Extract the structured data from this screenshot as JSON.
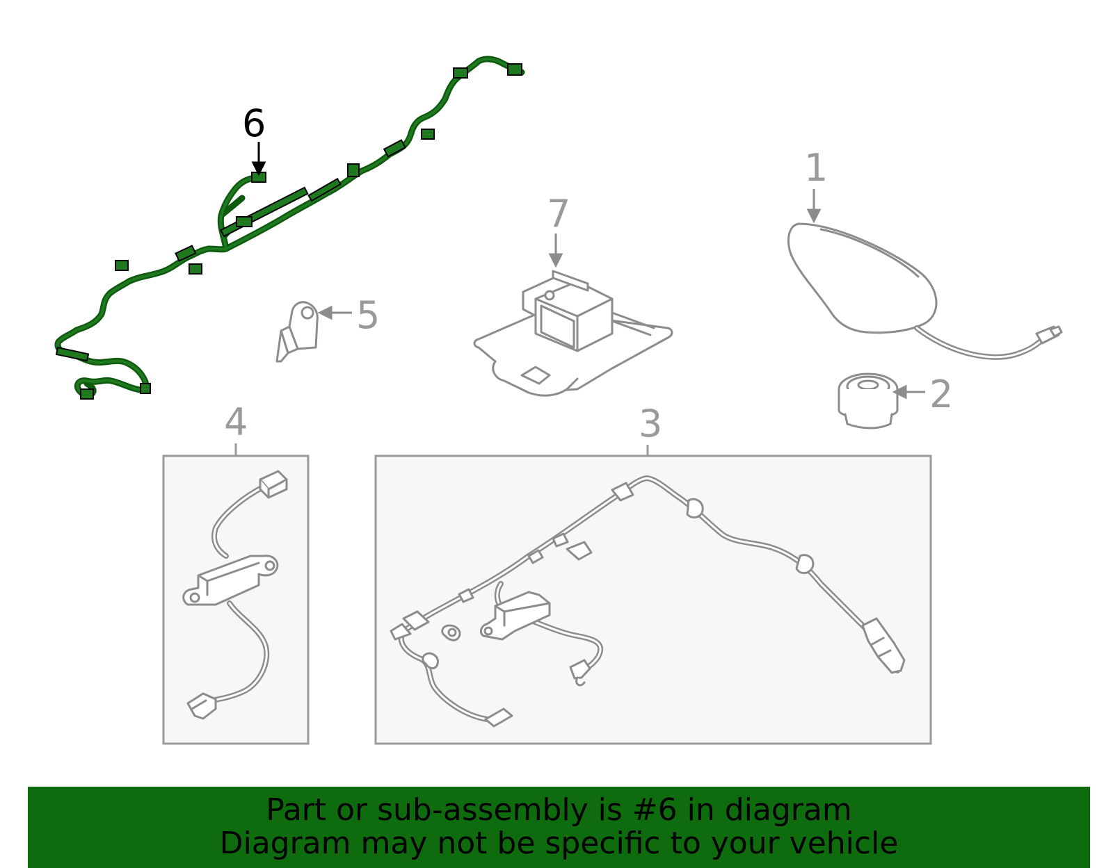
{
  "callouts": {
    "c1": "1",
    "c2": "2",
    "c3": "3",
    "c4": "4",
    "c5": "5",
    "c6": "6",
    "c7": "7"
  },
  "banner": {
    "line1": "Part or sub-assembly is #6 in diagram",
    "line2": "Diagram may not be specific to your vehicle"
  },
  "colors": {
    "highlight": "#1f7a1f",
    "banner": "#0e6b0e",
    "part_gray": "#8c8c8c"
  }
}
